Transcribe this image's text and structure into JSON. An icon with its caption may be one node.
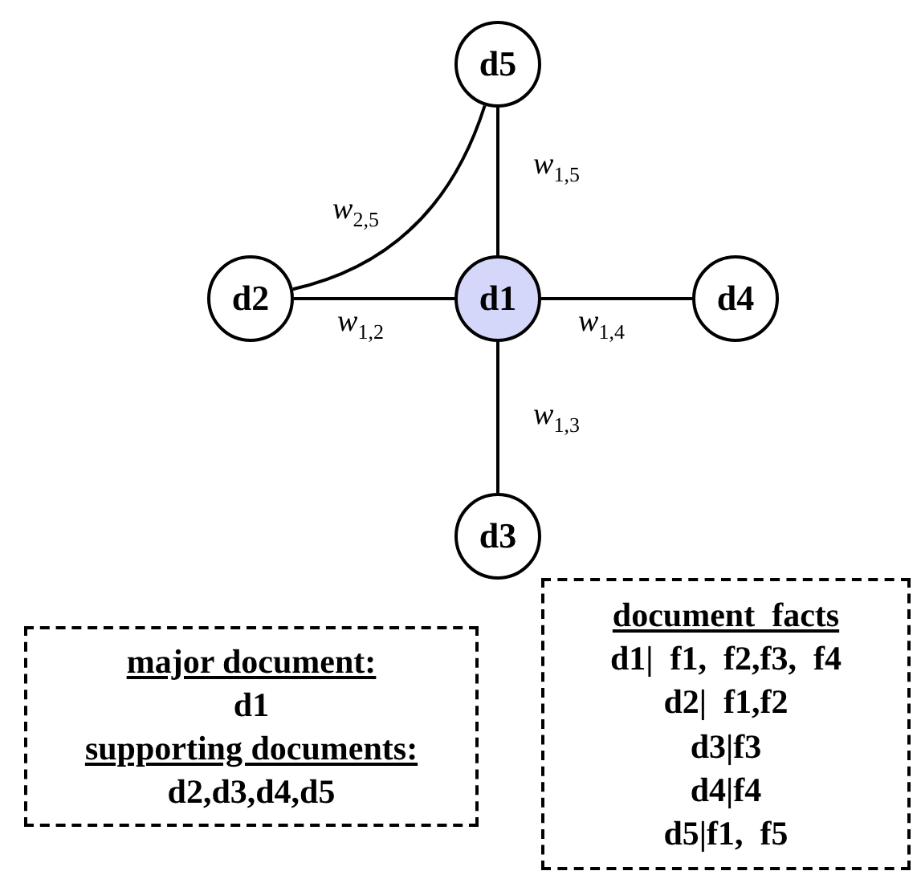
{
  "diagram": {
    "nodes": [
      {
        "text": [
          "d5"
        ]
      },
      {
        "text": [
          "d2"
        ]
      },
      {
        "text": [
          "d1"
        ]
      },
      {
        "text": [
          "d4"
        ]
      },
      {
        "text": [
          "d3"
        ]
      },
      {
        "text": [
          "major document:",
          "d1",
          "supporting documents:",
          "d2,d3,d4,d5"
        ]
      },
      {
        "text": [
          "document  facts",
          "d1|  f1,  f2,f3,  f4",
          "d2|  f1,f2",
          "d3|f3",
          "d4|f4",
          "d5|f1,  f5"
        ]
      }
    ],
    "edges": [
      {
        "from": 2,
        "to": 0,
        "arrow": "none",
        "label": "w$_{1,5}$"
      },
      {
        "from": 1,
        "to": 0,
        "arrow": "none",
        "label": "w$_{2,5}$"
      },
      {
        "from": 2,
        "to": 1,
        "arrow": "none",
        "label": "w$_{1,2}$"
      },
      {
        "from": 2,
        "to": 3,
        "arrow": "none",
        "label": "w$_{1,4}$"
      },
      {
        "from": 2,
        "to": 4,
        "arrow": "none",
        "label": "w$_{1,3}$"
      }
    ]
  }
}
